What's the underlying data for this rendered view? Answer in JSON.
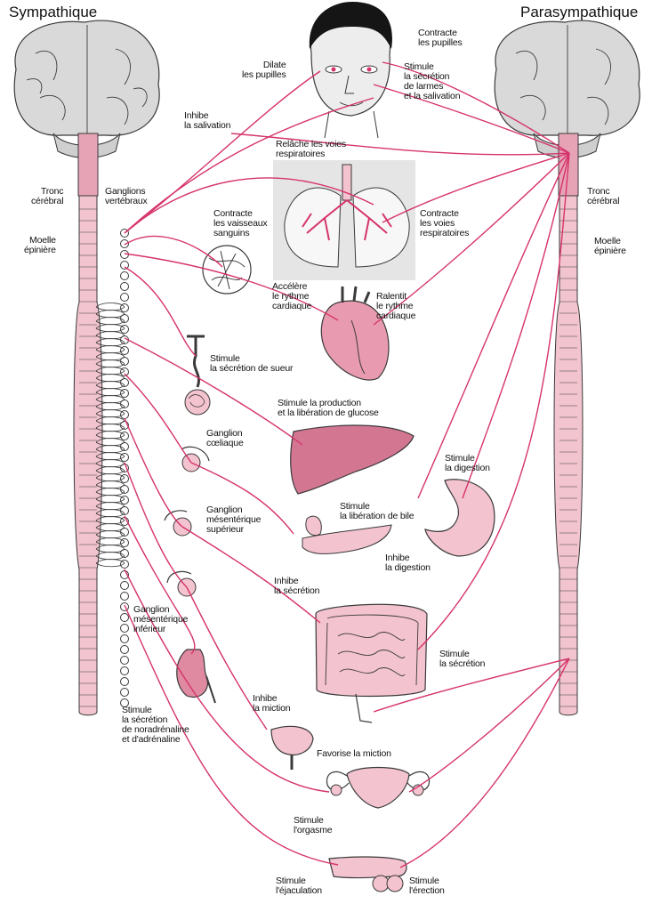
{
  "headings": {
    "left": "Sympathique",
    "right": "Parasympathique"
  },
  "labels": {
    "sym_tronc": "Tronc\ncérébral",
    "sym_moelle": "Moelle\népinière",
    "sym_ganglions": "Ganglions\nvertébraux",
    "para_tronc": "Tronc\ncérébral",
    "para_moelle": "Moelle\népinière",
    "dilate": "Dilate\nles pupilles",
    "contracte_pupilles": "Contracte\nles pupilles",
    "stimule_larmes": "Stimule\nla sécrétion\nde larmes\net la salivation",
    "inhibe_salivation": "Inhibe\nla salivation",
    "relache": "Relâche les voies\nrespiratoires",
    "contracte_vaisseaux": "Contracte\nles vaisseaux\nsanguins",
    "contracte_voies": "Contracte\nles voies\nrespiratoires",
    "accelere": "Accélère\nle rythme\ncardiaque",
    "ralentit": "Ralentit\nle rythme\ncardiaque",
    "sueur": "Stimule\nla sécrétion de sueur",
    "glucose": "Stimule la production\net la libération de glucose",
    "coeliaque": "Ganglion\ncœliaque",
    "digestion_stim": "Stimule\nla digestion",
    "mesenterique_sup": "Ganglion\nmésentérique\nsupérieur",
    "bile": "Stimule\nla libération de bile",
    "inhibe_digestion": "Inhibe\nla digestion",
    "inhibe_secretion": "Inhibe\nla sécrétion",
    "mesenterique_inf": "Ganglion\nmésentérique\ninférieur",
    "stimule_secretion": "Stimule\nla sécrétion",
    "noradrenaline": "Stimule\nla sécrétion\nde noradrénaline\net d'adrénaline",
    "inhibe_miction": "Inhibe\nla miction",
    "favorise_miction": "Favorise la miction",
    "orgasme": "Stimule\nl'orgasme",
    "ejaculation": "Stimule\nl'éjaculation",
    "erection": "Stimule\nl'érection"
  },
  "colors": {
    "nerve": "#d6336c",
    "organ_fill": "#f3c3cf",
    "organ_dark": "#e08aa2",
    "brain": "#d9d9d9",
    "spine": "#f2c4cf",
    "lung": "#e6e6e6",
    "outline": "#3a3a3a"
  }
}
